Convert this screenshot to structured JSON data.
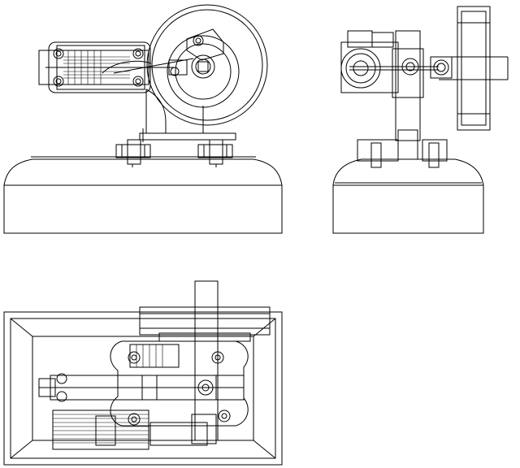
{
  "drawing": {
    "kind": "orthographic-views",
    "line_color": "#000000",
    "background": "#ffffff",
    "views": [
      {
        "id": "front",
        "name": "front-view"
      },
      {
        "id": "side",
        "name": "side-view"
      },
      {
        "id": "top",
        "name": "top-view"
      }
    ],
    "printed_text": []
  }
}
